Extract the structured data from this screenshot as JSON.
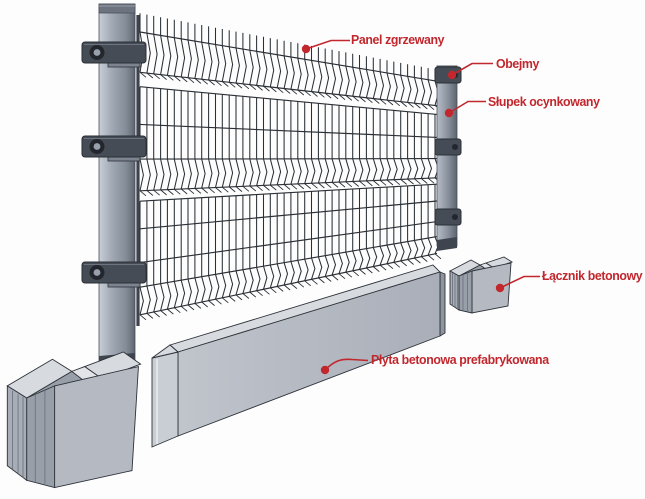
{
  "diagram": {
    "type": "exploded-fence-assembly",
    "labels": {
      "panel": "Panel zgrzewany",
      "obejmy": "Obejmy",
      "slupek": "Słupek ocynkowany",
      "lacznik": "Łącznik betonowy",
      "plyta": "Płyta betonowa prefabrykowana"
    },
    "colors": {
      "label_red": "#c1272d",
      "wire": "#2b3036",
      "outline": "#2e333a",
      "post_light": "#c9ced6",
      "post_mid": "#9da5b1",
      "post_dark": "#596069",
      "clamp_dark": "#464c56",
      "clamp_hole": "#23272d",
      "clamp_hole_center": "#98a0ab",
      "concrete_front": "#b5bac2",
      "concrete_top": "#d7dade",
      "concrete_side": "#c9cdd4",
      "concrete_recess": "#989fa9",
      "background": "#fdfdfd"
    }
  }
}
